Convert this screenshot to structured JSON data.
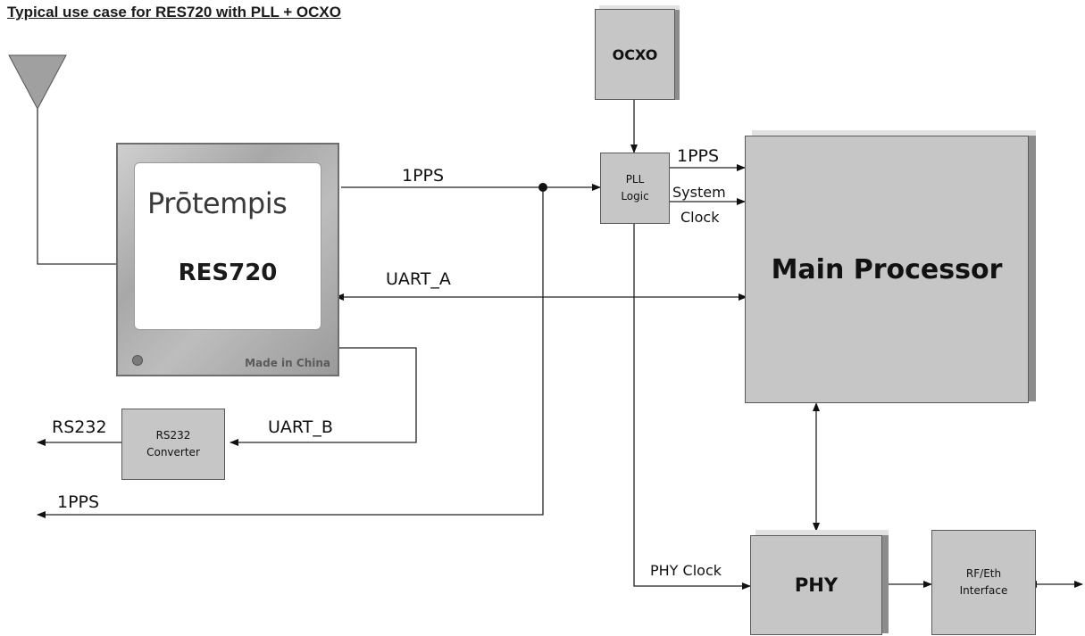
{
  "title": "Typical use case for RES720 with PLL + OCXO",
  "module": {
    "brand": "Prōtempis",
    "name": "RES720",
    "made_in": "Made in China"
  },
  "blocks": {
    "ocxo": "OCXO",
    "pll_line1": "PLL",
    "pll_line2": "Logic",
    "main_processor": "Main Processor",
    "phy": "PHY",
    "rf_line1": "RF/Eth",
    "rf_line2": "Interface",
    "rs232_line1": "RS232",
    "rs232_line2": "Converter"
  },
  "signals": {
    "pps_top": "1PPS",
    "pps_pll_out": "1PPS",
    "system": "System",
    "clock": "Clock",
    "uart_a": "UART_A",
    "uart_b": "UART_B",
    "rs232": "RS232",
    "pps_bottom": "1PPS",
    "phy_clock": "PHY Clock"
  }
}
